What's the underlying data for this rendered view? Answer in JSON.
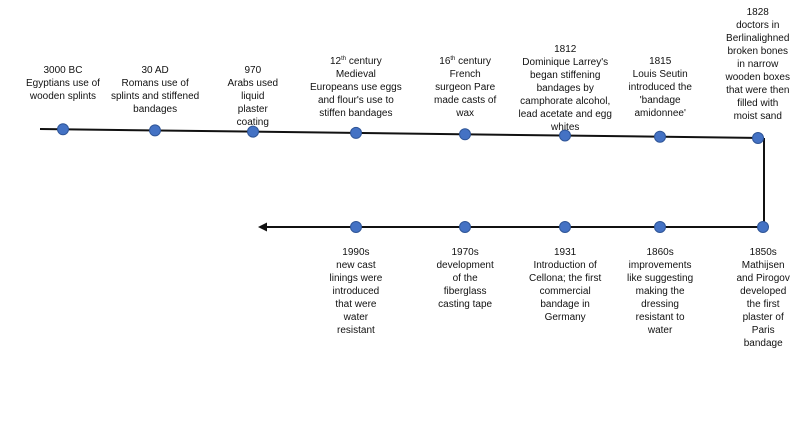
{
  "colors": {
    "line": "#111111",
    "dot_fill": "#4472C4",
    "dot_stroke": "#2F5597"
  },
  "events_top": [
    {
      "id": "3000bc",
      "lines": [
        "3000 BC",
        "Egyptians use of",
        "wooden splints"
      ]
    },
    {
      "id": "30ad",
      "lines": [
        "30 AD",
        "Romans use of",
        "splints and stiffened",
        "bandages"
      ]
    },
    {
      "id": "970",
      "lines": [
        "970",
        "Arabs used",
        "liquid",
        "plaster",
        "coating"
      ]
    },
    {
      "id": "12c",
      "ordinal": {
        "num": "12",
        "sup": "th",
        "rest": " century"
      },
      "lines": [
        "Medieval",
        "Europeans use eggs",
        "and flour's use to",
        "stiffen bandages"
      ]
    },
    {
      "id": "16c",
      "ordinal": {
        "num": "16",
        "sup": "th",
        "rest": " century"
      },
      "lines": [
        "French",
        "surgeon Pare",
        "made casts of",
        "wax"
      ]
    },
    {
      "id": "1812",
      "lines": [
        "1812",
        "Dominique Larrey's",
        "began stiffening",
        "bandages by",
        "camphorate alcohol,",
        "lead acetate and egg",
        "whites"
      ]
    },
    {
      "id": "1815",
      "lines": [
        "1815",
        "Louis Seutin",
        "introduced the",
        "'bandage",
        "amidonnee'"
      ]
    },
    {
      "id": "1828",
      "lines": [
        "1828",
        "doctors in",
        "Berlinalighned",
        "broken bones",
        "in narrow",
        "wooden boxes",
        "that were then",
        "filled with",
        "moist sand"
      ]
    }
  ],
  "events_bottom": [
    {
      "id": "1990s",
      "lines": [
        "1990s",
        "new cast",
        "linings were",
        "introduced",
        "that were",
        "water",
        "resistant"
      ]
    },
    {
      "id": "1970s",
      "lines": [
        "1970s",
        "development",
        "of the",
        "fiberglass",
        "casting tape"
      ]
    },
    {
      "id": "1931",
      "lines": [
        "1931",
        "Introduction of",
        "Cellona; the first",
        "commercial",
        "bandage in",
        "Germany"
      ]
    },
    {
      "id": "1860s",
      "lines": [
        "1860s",
        "improvements",
        "like suggesting",
        "making the",
        "dressing",
        "resistant to",
        "water"
      ]
    },
    {
      "id": "1850s",
      "lines": [
        "1850s",
        "Mathijsen",
        "and Pirogov",
        "developed",
        "the first",
        "plaster of",
        "Paris",
        "bandage"
      ]
    }
  ]
}
